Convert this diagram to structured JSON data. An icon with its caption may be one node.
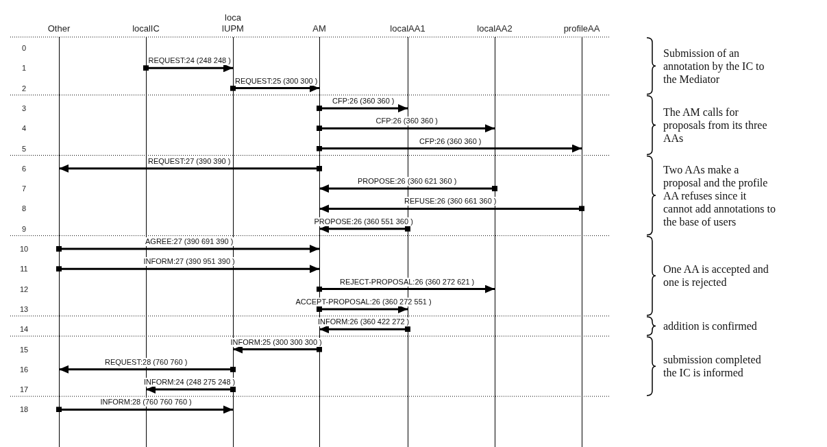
{
  "diagram": {
    "nodes": [
      {
        "text": [
          "Other"
        ]
      },
      {
        "text": [
          "localIC"
        ]
      },
      {
        "text": [
          "loca lUPM"
        ]
      },
      {
        "text": [
          "AM"
        ]
      },
      {
        "text": [
          "localAA1"
        ]
      },
      {
        "text": [
          "localAA2"
        ]
      },
      {
        "text": [
          "profileAA"
        ]
      }
    ],
    "edges": [
      {
        "from": 1,
        "to": 2,
        "arrow": "to",
        "label": "REQUEST:24 (248 248 )"
      },
      {
        "from": 2,
        "to": 3,
        "arrow": "to",
        "label": "REQUEST:25 (300 300 )"
      },
      {
        "from": 3,
        "to": 4,
        "arrow": "to",
        "label": "CFP:26 (360 360 )"
      },
      {
        "from": 3,
        "to": 5,
        "arrow": "to",
        "label": "CFP:26 (360 360 )"
      },
      {
        "from": 3,
        "to": 6,
        "arrow": "to",
        "label": "CFP:26 (360 360 )"
      },
      {
        "from": 3,
        "to": 0,
        "arrow": "to",
        "label": "REQUEST:27 (390 390 )"
      },
      {
        "from": 5,
        "to": 3,
        "arrow": "to",
        "label": "PROPOSE:26 (360 621 360 )"
      },
      {
        "from": 6,
        "to": 3,
        "arrow": "to",
        "label": "REFUSE:26 (360 661 360 )"
      },
      {
        "from": 4,
        "to": 3,
        "arrow": "to",
        "label": "PROPOSE:26 (360 551 360 )"
      },
      {
        "from": 0,
        "to": 3,
        "arrow": "to",
        "label": "AGREE:27 (390 691 390 )"
      },
      {
        "from": 0,
        "to": 3,
        "arrow": "to",
        "label": "INFORM:27 (390 951 390 )"
      },
      {
        "from": 3,
        "to": 5,
        "arrow": "to",
        "label": "REJECT-PROPOSAL:26 (360 272 621 )"
      },
      {
        "from": 3,
        "to": 4,
        "arrow": "to",
        "label": "ACCEPT-PROPOSAL:26 (360 272 551 )"
      },
      {
        "from": 4,
        "to": 3,
        "arrow": "to",
        "label": "INFORM:26 (360 422 272 )"
      },
      {
        "from": 3,
        "to": 2,
        "arrow": "to",
        "label": "INFORM:25 (300 300 300 )"
      },
      {
        "from": 2,
        "to": 0,
        "arrow": "to",
        "label": "REQUEST:28 (760 760 )"
      },
      {
        "from": 2,
        "to": 1,
        "arrow": "to",
        "label": "INFORM:24 (248 275 248 )"
      },
      {
        "from": 0,
        "to": 2,
        "arrow": "to",
        "label": "INFORM:28 (760 760 760 )"
      }
    ],
    "labels": [
      "0",
      "1",
      "2",
      "3",
      "4",
      "5",
      "6",
      "7",
      "8",
      "9",
      "10",
      "11",
      "12",
      "13",
      "14",
      "15",
      "16",
      "17",
      "18",
      "Submission of an annotation by the IC to the Mediator",
      "The AM calls for proposals from its three AAs",
      "Two AAs make a proposal and the profile AA refuses since it cannot add annotations to the base of users",
      "One AA is accepted and one is rejected",
      "addition is confirmed",
      "submission completed the IC is informed"
    ]
  }
}
